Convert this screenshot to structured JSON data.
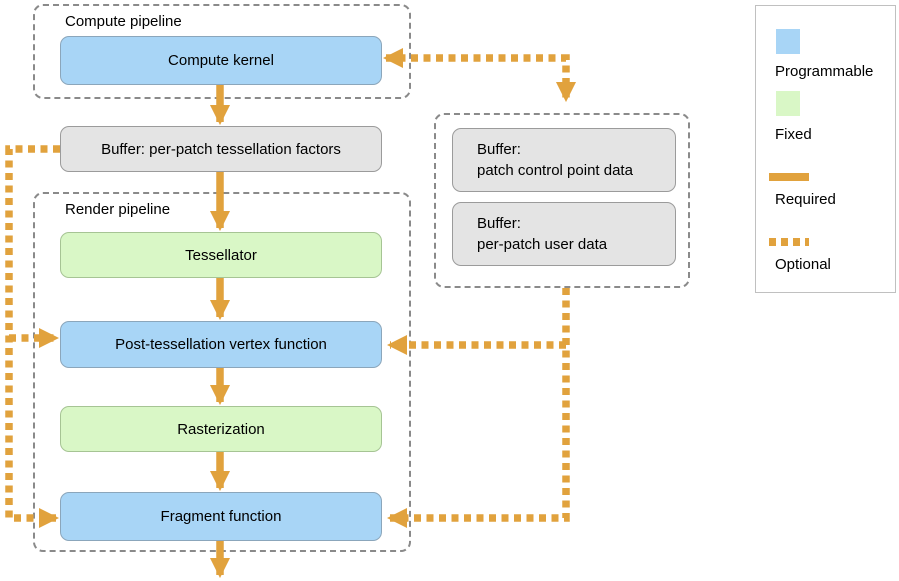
{
  "compute_pipeline": {
    "label": "Compute pipeline",
    "kernel_label": "Compute kernel"
  },
  "buffers": {
    "tess_factors_label": "Buffer: per-patch tessellation factors",
    "patch_control": {
      "line1": "Buffer:",
      "line2": "patch control point data"
    },
    "per_patch_user": {
      "line1": "Buffer:",
      "line2": "per-patch user data"
    }
  },
  "render_pipeline": {
    "label": "Render pipeline",
    "stages": [
      {
        "label": "Tessellator",
        "type": "fixed"
      },
      {
        "label": "Post-tessellation vertex function",
        "type": "programmable"
      },
      {
        "label": "Rasterization",
        "type": "fixed"
      },
      {
        "label": "Fragment function",
        "type": "programmable"
      }
    ]
  },
  "legend": {
    "programmable_label": "Programmable",
    "fixed_label": "Fixed",
    "required_label": "Required",
    "optional_label": "Optional"
  },
  "colors": {
    "programmable_fill": "#A8D5F6",
    "fixed_fill": "#D9F7C6",
    "buffer_fill": "#E4E4E4",
    "connector": "#E1A23D",
    "group_border": "#8A8A8A"
  }
}
